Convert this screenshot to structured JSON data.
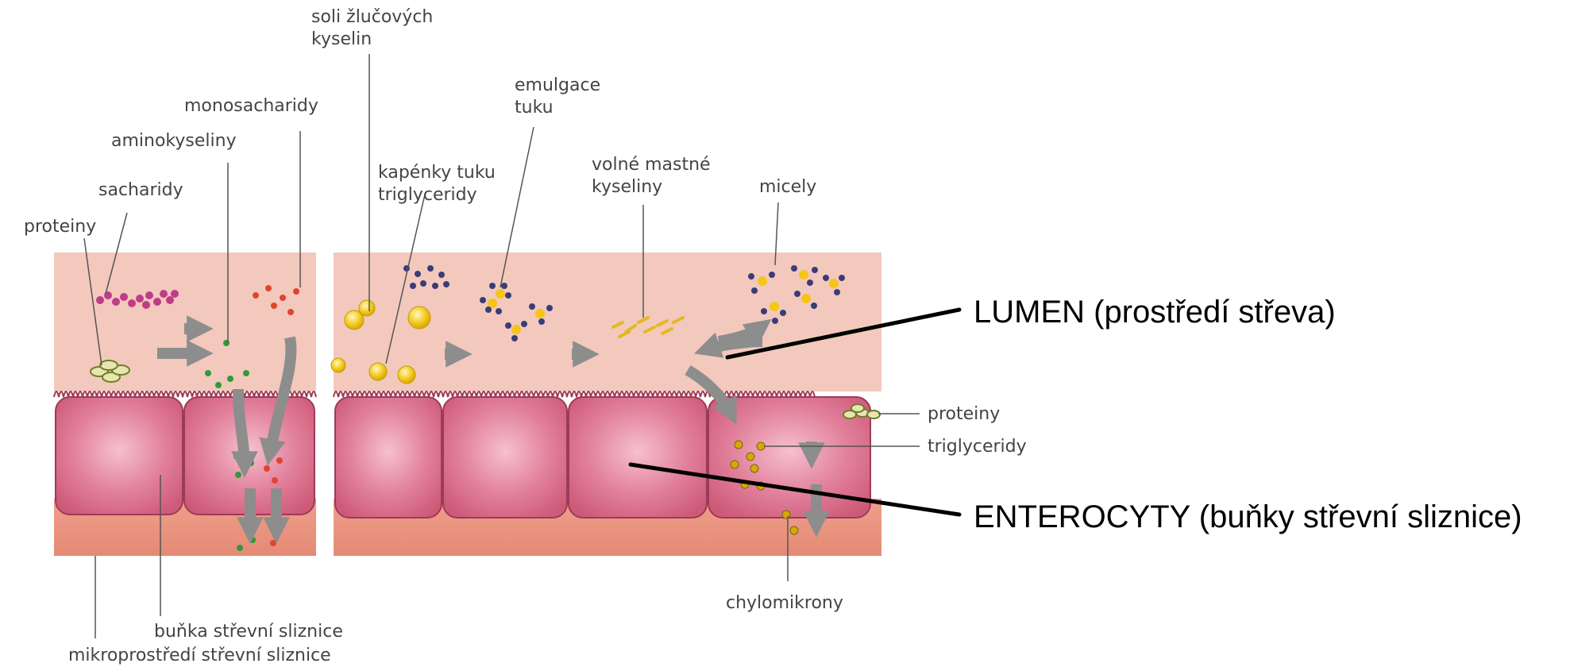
{
  "labels": {
    "soli_line1": "soli žlučových",
    "soli_line2": "kyselin",
    "monosacharidy": "monosacharidy",
    "aminokyseliny": "aminokyseliny",
    "sacharidy": "sacharidy",
    "proteiny_left": "proteiny",
    "emulgace_line1": "emulgace",
    "emulgace_line2": "tuku",
    "kapenky_line1": "kapénky tuku",
    "kapenky_line2": "triglyceridy",
    "volne_line1": "volné mastné",
    "volne_line2": "kyseliny",
    "micely": "micely",
    "proteiny_right": "proteiny",
    "triglyceridy": "triglyceridy",
    "chylomikrony": "chylomikrony",
    "bunka": "buňka střevní sliznice",
    "mikroprostredi": "mikroprostředí střevní sliznice"
  },
  "annotations": {
    "lumen": "LUMEN (prostředí střeva)",
    "enterocyty": "ENTEROCYTY (buňky střevní sliznice)"
  },
  "colors": {
    "lumen": "#f2c9bc",
    "cell": "#dd6f8c",
    "microenv": "#e89a85",
    "arrow": "#8d8d8d",
    "amino_dot": "#2f9b3a",
    "mono_dot": "#e0442f",
    "protein_chain": "#c03b8a",
    "fat_droplet": "#f5c518",
    "bile_dot": "#3c3b79"
  }
}
